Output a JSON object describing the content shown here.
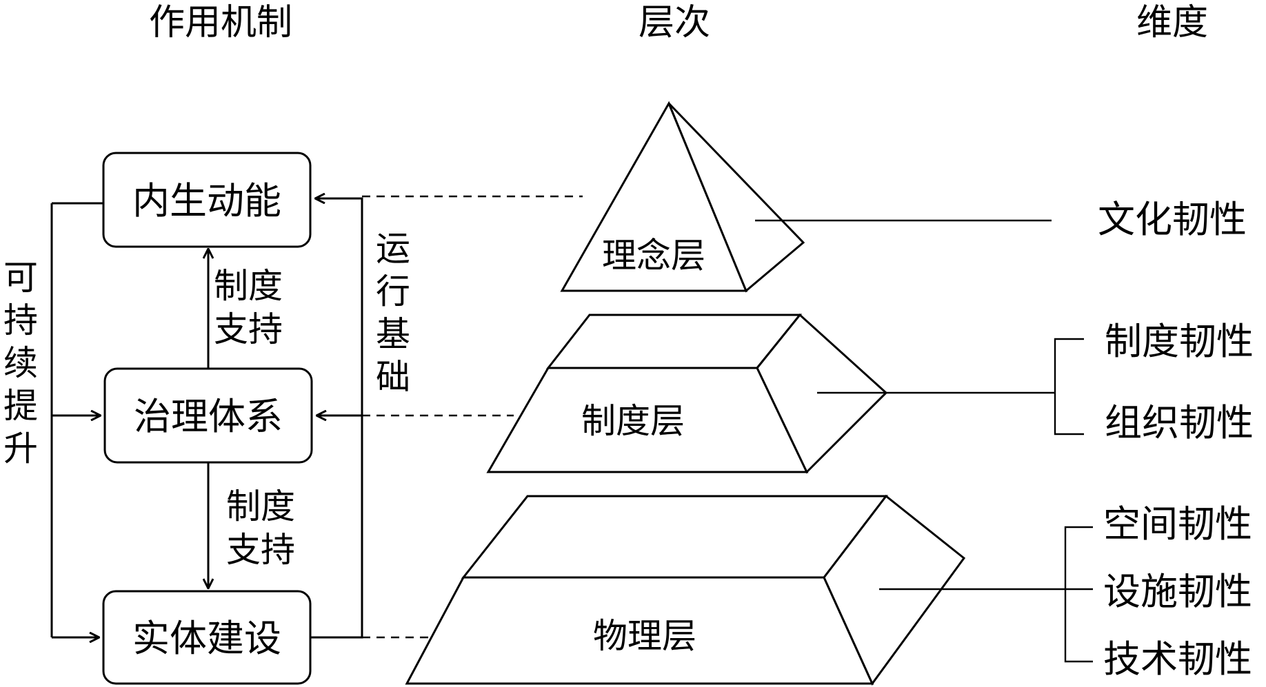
{
  "headers": {
    "mechanism": "作用机制",
    "levels": "层次",
    "dimensions": "维度"
  },
  "boxes": {
    "internal_drive": "内生动能",
    "governance": "治理体系",
    "physical_construction": "实体建设"
  },
  "arrow_labels": {
    "upper_support": [
      "制度",
      "支持"
    ],
    "lower_support": [
      "制度",
      "支持"
    ],
    "operating_basis": [
      "运",
      "行",
      "基",
      "础"
    ],
    "sustainable_improvement": [
      "可",
      "持",
      "续",
      "提",
      "升"
    ]
  },
  "layers": {
    "concept": "理念层",
    "institution": "制度层",
    "physical": "物理层"
  },
  "dimensions": {
    "cultural": "文化韧性",
    "institutional": "制度韧性",
    "organizational": "组织韧性",
    "spatial": "空间韧性",
    "facility": "设施韧性",
    "technical": "技术韧性"
  }
}
